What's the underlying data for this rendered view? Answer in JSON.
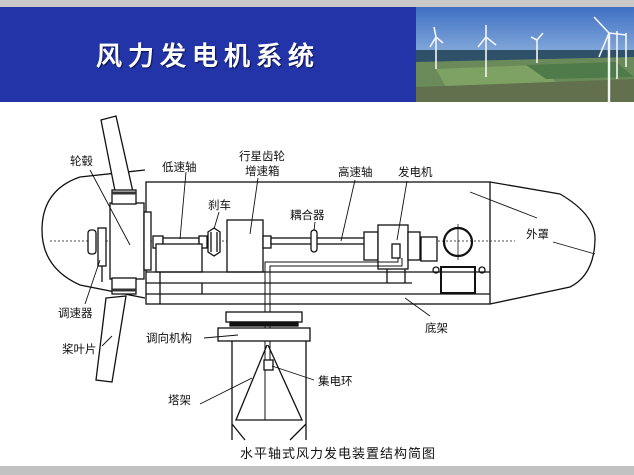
{
  "header": {
    "title": "风力发电机系统",
    "banner_color": "#2334a8",
    "photo": "wind-farm-photo"
  },
  "diagram": {
    "labels": {
      "hub": "轮毂",
      "low_speed_shaft": "低速轴",
      "planetary_gearbox_line1": "行星齿轮",
      "planetary_gearbox_line2": "增速箱",
      "brake": "刹车",
      "coupling": "耦合器",
      "high_speed_shaft": "高速轴",
      "generator": "发电机",
      "nacelle_cover": "外罩",
      "governor": "调速器",
      "blade": "桨叶片",
      "yaw_mechanism": "调向机构",
      "base_frame": "底架",
      "slip_ring": "集电环",
      "tower": "塔架"
    },
    "caption": "水平轴式风力发电装置结构简图"
  }
}
